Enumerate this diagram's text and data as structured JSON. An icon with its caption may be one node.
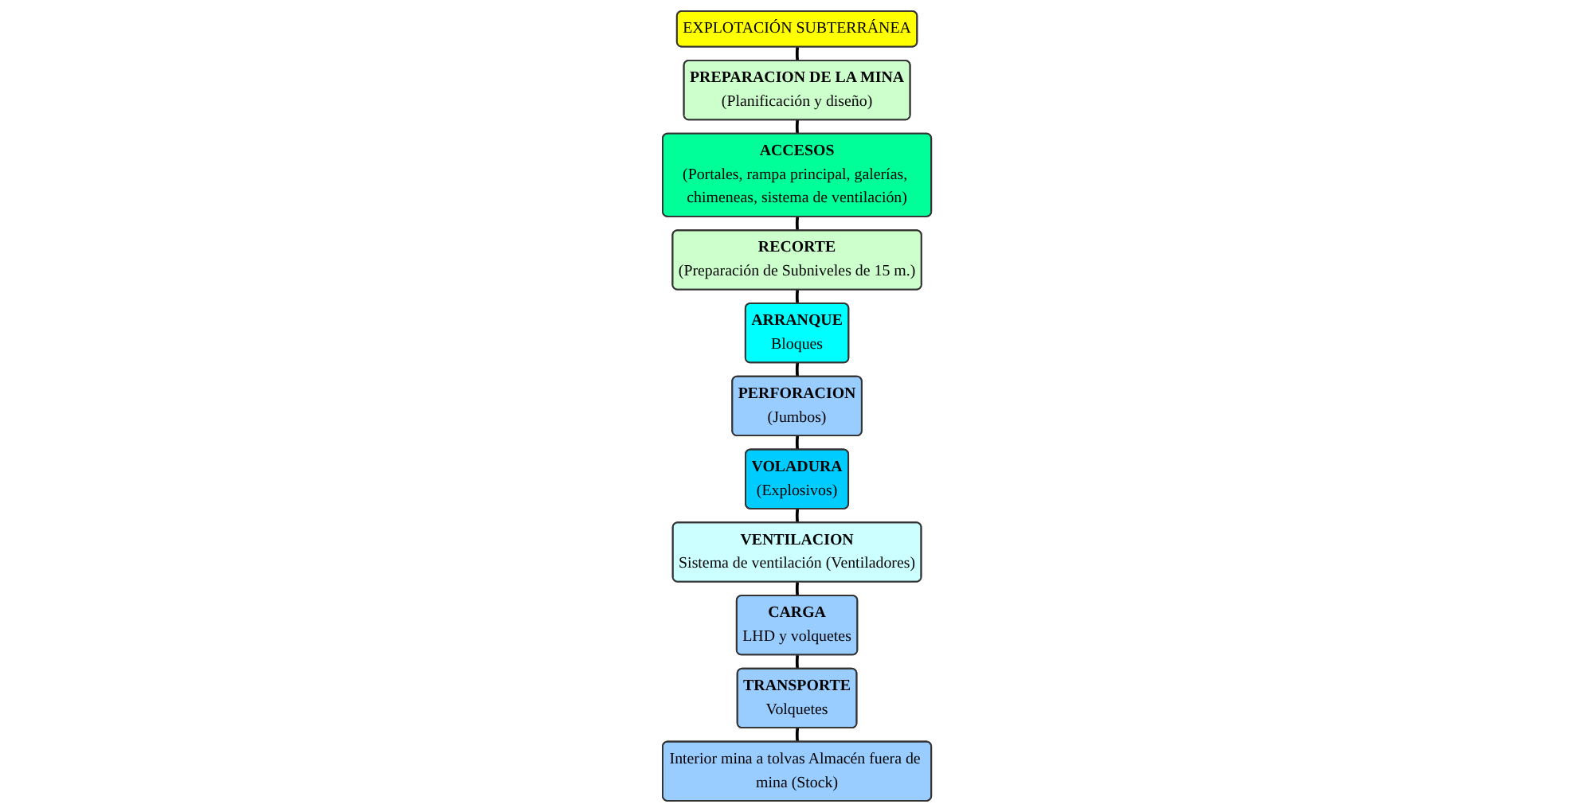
{
  "diagram": {
    "nodes": [
      {
        "text": [
          "EXPLOTACIÓN SUBTERRÁNEA"
        ]
      },
      {
        "text": [
          "PREPARACION DE LA MINA",
          "(Planificación y diseño)"
        ]
      },
      {
        "text": [
          "RECORTE",
          "(Preparación de Subniveles de 15 m.)"
        ]
      },
      {
        "text": [
          "ARRANQUE",
          "Bloques"
        ]
      },
      {
        "text": [
          "ACCESOS",
          "(Portales, rampa principal, galerías, chimeneas, sistema de ventilación)"
        ]
      },
      {
        "text": [
          "PERFORACION",
          "(Jumbos)"
        ]
      },
      {
        "text": [
          "CARGA",
          "LHD y volquetes"
        ]
      },
      {
        "text": [
          "TRANSPORTE",
          "Volquetes"
        ]
      },
      {
        "text": [
          "VOLADURA",
          "(Explosivos)"
        ]
      },
      {
        "text": [
          "Interior mina a tolvas Almacén fuera de mina (Stock)"
        ]
      },
      {
        "text": [
          "VENTILACION",
          "Sistema de ventilación (Ventiladores)"
        ]
      }
    ],
    "edges": [
      {
        "from": 0,
        "to": 1,
        "arrow": "none"
      },
      {
        "from": 1,
        "to": 4,
        "arrow": "none"
      },
      {
        "from": 4,
        "to": 2,
        "arrow": "none"
      },
      {
        "from": 2,
        "to": 3,
        "arrow": "none"
      },
      {
        "from": 3,
        "to": 5,
        "arrow": "none"
      },
      {
        "from": 5,
        "to": 8,
        "arrow": "none"
      },
      {
        "from": 8,
        "to": 10,
        "arrow": "none"
      },
      {
        "from": 10,
        "to": 6,
        "arrow": "none"
      },
      {
        "from": 6,
        "to": 7,
        "arrow": "none"
      },
      {
        "from": 7,
        "to": 9,
        "arrow": "none"
      }
    ]
  }
}
